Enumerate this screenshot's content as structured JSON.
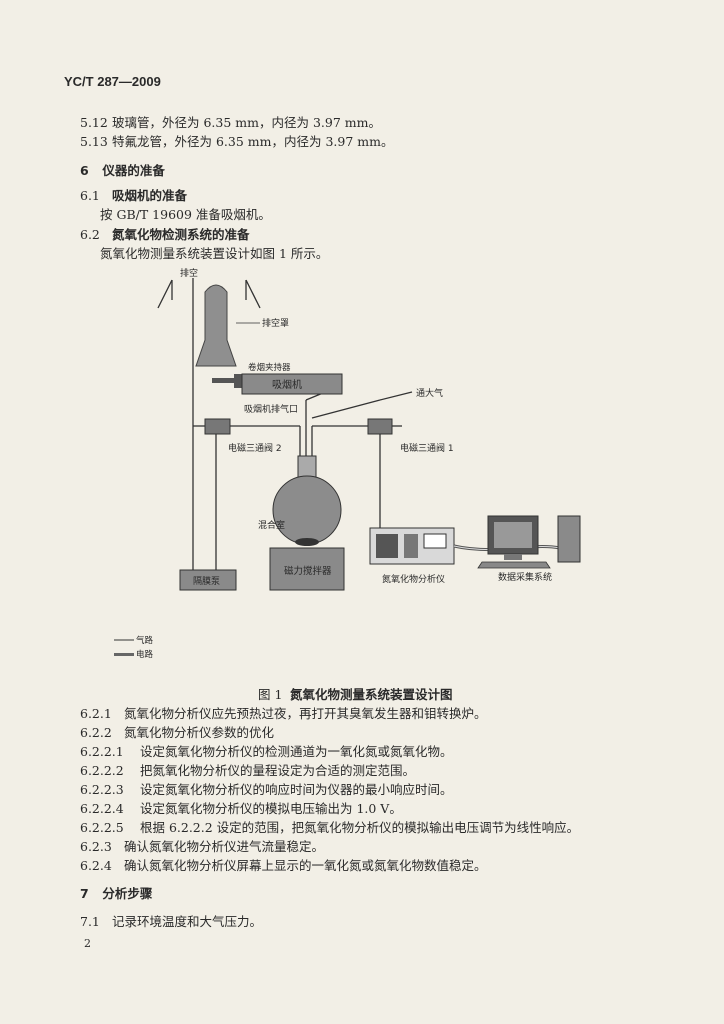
{
  "header": {
    "code": "YC/T 287—2009"
  },
  "items": [
    {
      "num": "5.12",
      "text": "玻璃管，外径为 6.35 mm，内径为 3.97 mm。"
    },
    {
      "num": "5.13",
      "text": "特氟龙管，外径为 6.35 mm，内径为 3.97 mm。"
    }
  ],
  "section6": {
    "num": "6",
    "title": "仪器的准备"
  },
  "s61": {
    "num": "6.1",
    "title": "吸烟机的准备",
    "text": "按 GB/T 19609 准备吸烟机。"
  },
  "s62": {
    "num": "6.2",
    "title": "氮氧化物检测系统的准备",
    "text": "氮氧化物测量系统装置设计如图 1 所示。"
  },
  "figure": {
    "labels": {
      "exhaust": "排空",
      "exhaust_hood": "排空罩",
      "holder": "卷烟夹持器",
      "smoking_machine": "吸烟机",
      "machine_outlet": "吸烟机排气口",
      "atmosphere": "通大气",
      "valve2": "电磁三通阀 2",
      "valve1": "电磁三通阀 1",
      "mixing": "混合室",
      "stirrer": "磁力搅拌器",
      "pump": "隔膜泵",
      "analyzer": "氮氧化物分析仪",
      "daq": "数据采集系统",
      "legend_gas": "气路",
      "legend_elec": "电路"
    },
    "caption_num": "图 1",
    "caption_text": "氮氧化物测量系统装置设计图"
  },
  "steps": [
    {
      "num": "6.2.1",
      "text": "氮氧化物分析仪应先预热过夜，再打开其臭氧发生器和钼转换炉。",
      "level": 2
    },
    {
      "num": "6.2.2",
      "text": "氮氧化物分析仪参数的优化",
      "level": 2
    },
    {
      "num": "6.2.2.1",
      "text": "设定氮氧化物分析仪的检测通道为一氧化氮或氮氧化物。",
      "level": 3
    },
    {
      "num": "6.2.2.2",
      "text": "把氮氧化物分析仪的量程设定为合适的测定范围。",
      "level": 3
    },
    {
      "num": "6.2.2.3",
      "text": "设定氮氧化物分析仪的响应时间为仪器的最小响应时间。",
      "level": 3
    },
    {
      "num": "6.2.2.4",
      "text": "设定氮氧化物分析仪的模拟电压输出为 1.0 V。",
      "level": 3
    },
    {
      "num": "6.2.2.5",
      "text": "根据 6.2.2.2 设定的范围，把氮氧化物分析仪的模拟输出电压调节为线性响应。",
      "level": 3
    },
    {
      "num": "6.2.3",
      "text": "确认氮氧化物分析仪进气流量稳定。",
      "level": 2
    },
    {
      "num": "6.2.4",
      "text": "确认氮氧化物分析仪屏幕上显示的一氧化氮或氮氧化物数值稳定。",
      "level": 2
    }
  ],
  "section7": {
    "num": "7",
    "title": "分析步骤"
  },
  "s71": {
    "num": "7.1",
    "text": "记录环境温度和大气压力。"
  },
  "page_number": "2"
}
